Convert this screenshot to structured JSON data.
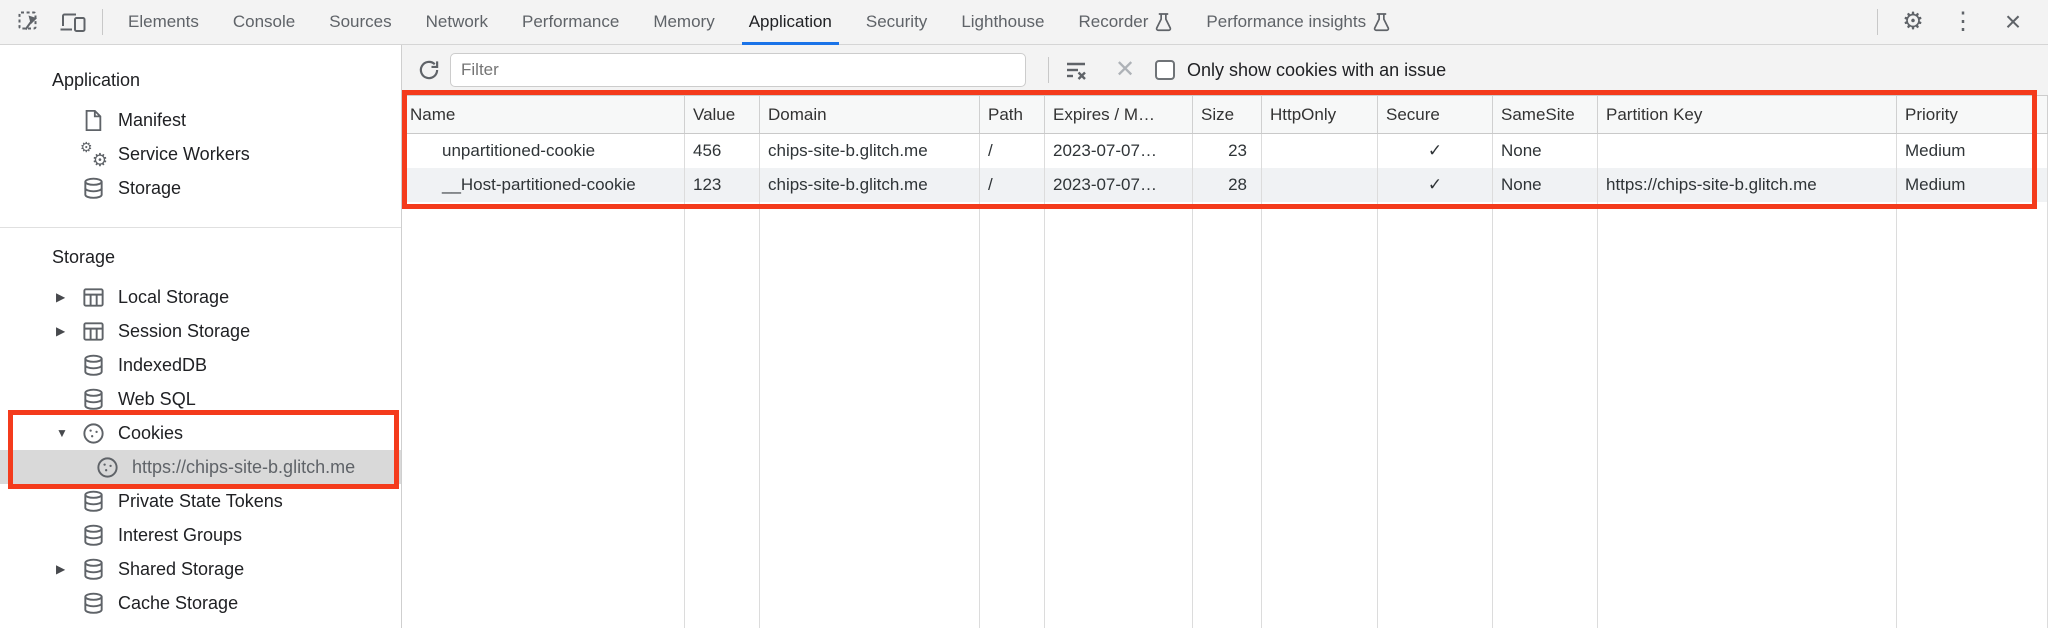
{
  "colors": {
    "accent_blue": "#1a73e8",
    "annotation_red": "#f43b1c",
    "selected_item_bg": "#d9d9d9",
    "chrome_bg": "#f3f3f3"
  },
  "tab_bar": {
    "tabs": [
      {
        "label": "Elements"
      },
      {
        "label": "Console"
      },
      {
        "label": "Sources"
      },
      {
        "label": "Network"
      },
      {
        "label": "Performance"
      },
      {
        "label": "Memory"
      },
      {
        "label": "Application",
        "active": true
      },
      {
        "label": "Security"
      },
      {
        "label": "Lighthouse"
      },
      {
        "label": "Recorder",
        "experiment_icon": "flask-icon"
      },
      {
        "label": "Performance insights",
        "experiment_icon": "flask-icon"
      }
    ],
    "left_icons": [
      "inspect-element-icon",
      "device-toolbar-icon"
    ],
    "right_icons": [
      "settings-gear-icon",
      "more-options-kebab-icon",
      "close-icon"
    ],
    "gear_glyph": "⚙",
    "kebab_glyph": "⋮",
    "close_glyph": "×"
  },
  "sidebar": {
    "application_section": {
      "title": "Application",
      "items": [
        {
          "label": "Manifest",
          "icon": "file-icon"
        },
        {
          "label": "Service Workers",
          "icon": "service-workers-gears-icon"
        },
        {
          "label": "Storage",
          "icon": "database-icon"
        }
      ]
    },
    "storage_section": {
      "title": "Storage",
      "items": [
        {
          "label": "Local Storage",
          "icon": "table-icon",
          "expander": "collapsed"
        },
        {
          "label": "Session Storage",
          "icon": "table-icon",
          "expander": "collapsed"
        },
        {
          "label": "IndexedDB",
          "icon": "database-icon"
        },
        {
          "label": "Web SQL",
          "icon": "database-icon"
        },
        {
          "label": "Cookies",
          "icon": "cookie-icon",
          "expander": "expanded",
          "highlighted": true
        },
        {
          "label": "https://chips-site-b.glitch.me",
          "icon": "cookie-icon",
          "selected": true,
          "indent": 1,
          "highlighted": true
        },
        {
          "label": "Private State Tokens",
          "icon": "database-icon"
        },
        {
          "label": "Interest Groups",
          "icon": "database-icon"
        },
        {
          "label": "Shared Storage",
          "icon": "database-icon",
          "expander": "collapsed"
        },
        {
          "label": "Cache Storage",
          "icon": "database-icon"
        }
      ]
    },
    "expander_collapsed": "▶",
    "expander_expanded": "▼"
  },
  "toolbar": {
    "refresh_icon": "refresh-icon",
    "filter_placeholder": "Filter",
    "filter_value": "",
    "clear_filter_icon": "clear-filter-icon",
    "delete_icon": "delete-icon",
    "delete_glyph": "✕",
    "only_issue_checkbox": {
      "label": "Only show cookies with an issue",
      "checked": false
    }
  },
  "cookie_table": {
    "columns": [
      "Name",
      "Value",
      "Domain",
      "Path",
      "Expires / M…",
      "Size",
      "HttpOnly",
      "Secure",
      "SameSite",
      "Partition Key",
      "Priority"
    ],
    "rows": [
      {
        "name": "unpartitioned-cookie",
        "value": "456",
        "domain": "chips-site-b.glitch.me",
        "path": "/",
        "expires": "2023-07-07…",
        "size": "23",
        "http_only": "",
        "secure": "✓",
        "same_site": "None",
        "partition_key": "",
        "priority": "Medium"
      },
      {
        "name": "__Host-partitioned-cookie",
        "value": "123",
        "domain": "chips-site-b.glitch.me",
        "path": "/",
        "expires": "2023-07-07…",
        "size": "28",
        "http_only": "",
        "secure": "✓",
        "same_site": "None",
        "partition_key": "https://chips-site-b.glitch.me",
        "priority": "Medium"
      }
    ]
  },
  "annotations": {
    "color": "#f43b1c",
    "regions": [
      "cookies-sidebar-highlight",
      "cookie-table-highlight"
    ]
  }
}
